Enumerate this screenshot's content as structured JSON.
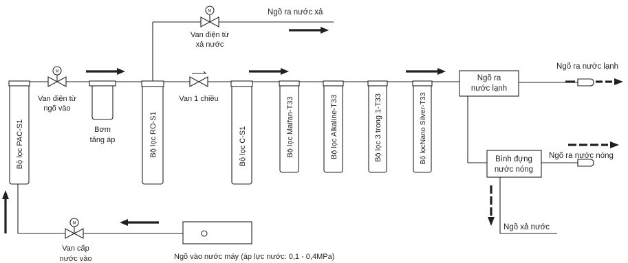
{
  "labels": {
    "drain_outlet_top": "Ngõ ra nước xả",
    "drain_valve": [
      "Van điện từ",
      "xả nước"
    ],
    "inlet_valve": [
      "Van điện từ",
      "ngõ vào"
    ],
    "pump": [
      "Bơm",
      "tăng áp"
    ],
    "check_valve": "Van 1 chiều",
    "cold_outlet": "Ngõ ra nước lạnh",
    "cold_box": [
      "Ngõ ra",
      "nước lạnh"
    ],
    "hot_box": [
      "Bình đựng",
      "nước nóng"
    ],
    "hot_outlet": "Ngõ ra nước nóng",
    "drain_bottom": "Ngõ xả nước",
    "supply_valve": [
      "Van cấp",
      "nước vào"
    ],
    "mains_inlet": "Ngõ vào nước máy (áp lực nước: 0,1 - 0,4MPa)",
    "valve_symbol": "M"
  },
  "filters": [
    {
      "label": "Bộ lọc PAC-S1"
    },
    {
      "label": "Bộ lọc RO-S1"
    },
    {
      "label": "Bộ lọc C-S1"
    },
    {
      "label": "Bộ lọc Maifan-T33"
    },
    {
      "label": "Bộ lọc Alkaline-T33"
    },
    {
      "label": "Bộ lọc 3 trong 1-T33"
    },
    {
      "label": "Bộ lọcNano Silver-T33"
    }
  ]
}
